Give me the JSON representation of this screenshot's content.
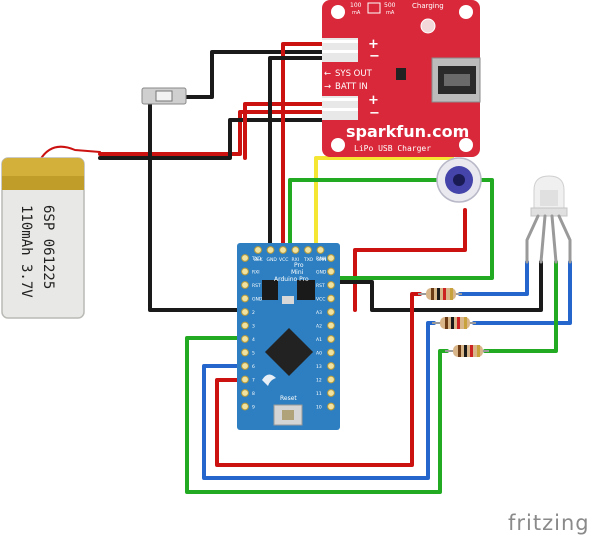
{
  "colors": {
    "red": "#cc1111",
    "black": "#1a1a1a",
    "yellow": "#f4e632",
    "green": "#22aa22",
    "blue": "#2466cc",
    "gray": "#9a9a9a",
    "sparkfun_red": "#d9283a",
    "arduino_blue": "#2d7fc1",
    "battery_gold": "#d3b03a"
  },
  "battery": {
    "line1": "6SP 061225",
    "line2": "110mAh 3.7V"
  },
  "charger": {
    "brand": "sparkfun.com",
    "name": "LiPo USB Charger",
    "sys_out": "SYS OUT",
    "batt_in": "BATT IN",
    "plus1": "+",
    "minus1": "−",
    "plus2": "+",
    "minus2": "−",
    "charging": "Charging",
    "ma100": "100",
    "ma100_unit": "mA",
    "ma500": "500",
    "ma500_unit": "mA"
  },
  "arduino": {
    "name_line1": "Pro",
    "name_line2": "Mini",
    "name_line3": "Arduino Pro",
    "reset": "Reset",
    "top_pins": [
      "BLK",
      "GND",
      "VCC",
      "RXI",
      "TXO",
      "GRN"
    ],
    "left_pins": [
      "TXO",
      "RXI",
      "RST",
      "GND",
      "2",
      "3",
      "4",
      "5",
      "6",
      "7",
      "8",
      "9"
    ],
    "right_pins": [
      "RAW",
      "GND",
      "RST",
      "VCC",
      "A3",
      "A2",
      "A1",
      "A0",
      "13",
      "12",
      "11",
      "10"
    ]
  },
  "watermark": "fritzing"
}
